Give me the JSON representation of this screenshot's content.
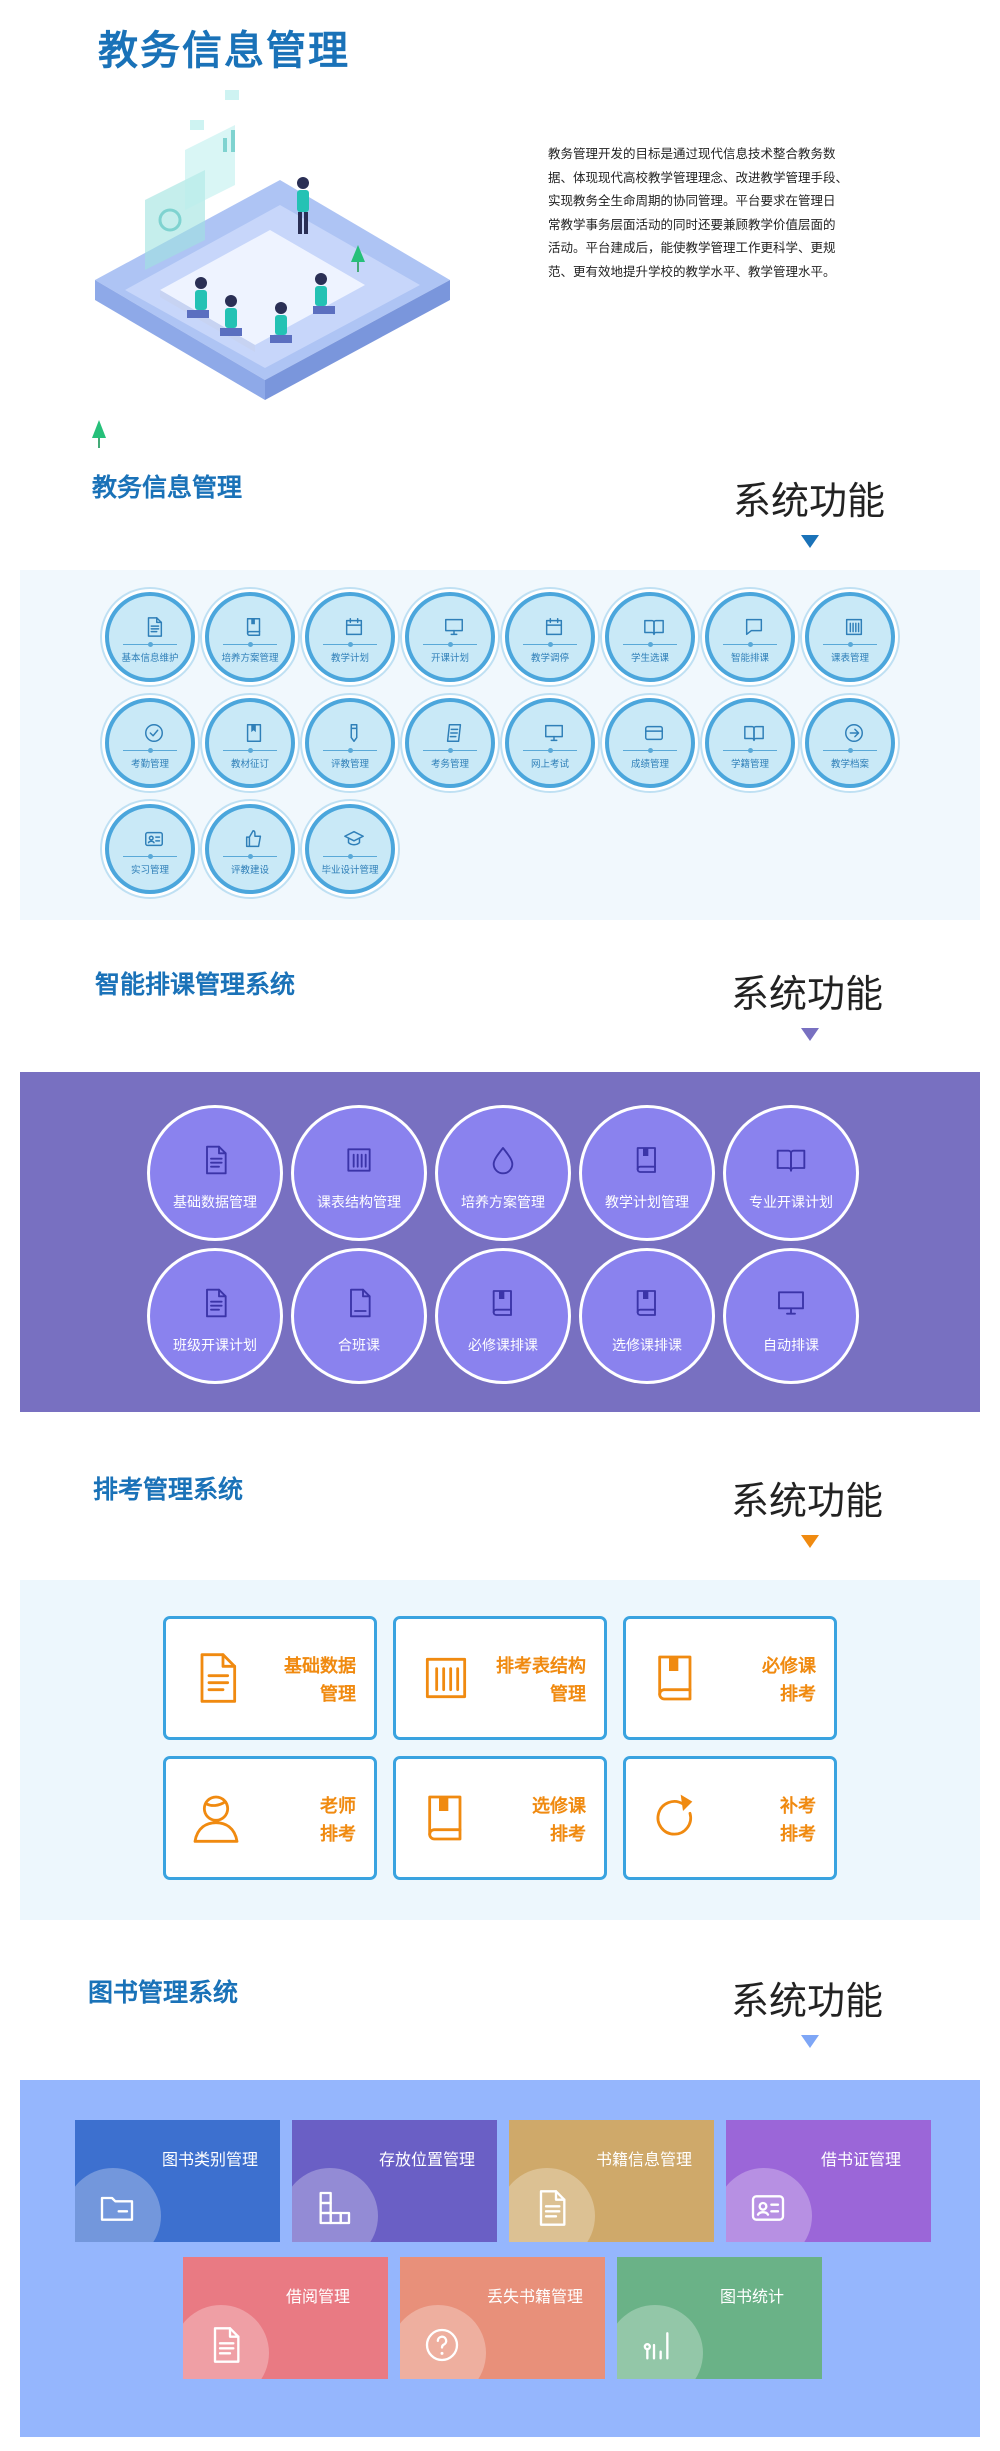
{
  "header": {
    "title": "教务信息管理",
    "intro_lines": [
      "教务管理开发的目标是通过现代信息技术整合教务数",
      "据、体现现代高校教学管理理念、改进教学管理手段、",
      "实现教务全生命周期的协同管理。平台要求在管理日",
      "常教学事务层面活动的同时还要兼顾教学价值层面的",
      "活动。平台建成后，能使教学管理工作更科学、更规",
      "范、更有效地提升学校的教学水平、教学管理水平。"
    ]
  },
  "colors": {
    "blue": "#1a72b8",
    "purple": "#7870c1",
    "orange": "#f08a10",
    "lightblue": "#95b6fd"
  },
  "sections": [
    {
      "title": "教务信息管理",
      "function_label": "系统功能",
      "items": [
        {
          "label": "基本信息维护",
          "icon": "doc-icon"
        },
        {
          "label": "培养方案管理",
          "icon": "book-icon"
        },
        {
          "label": "教学计划",
          "icon": "calendar-icon"
        },
        {
          "label": "开课计划",
          "icon": "monitor-icon"
        },
        {
          "label": "教学调停",
          "icon": "calendar-icon"
        },
        {
          "label": "学生选课",
          "icon": "open-book-icon"
        },
        {
          "label": "智能排课",
          "icon": "chat-icon"
        },
        {
          "label": "课表管理",
          "icon": "table-icon"
        },
        {
          "label": "考勤管理",
          "icon": "check-icon"
        },
        {
          "label": "教材征订",
          "icon": "bookmark-icon"
        },
        {
          "label": "评教管理",
          "icon": "pencil-icon"
        },
        {
          "label": "考务管理",
          "icon": "paper-icon"
        },
        {
          "label": "网上考试",
          "icon": "monitor-icon"
        },
        {
          "label": "成绩管理",
          "icon": "card-icon"
        },
        {
          "label": "学籍管理",
          "icon": "open-book-icon"
        },
        {
          "label": "教学档案",
          "icon": "arrow-icon"
        },
        {
          "label": "实习管理",
          "icon": "id-card-icon"
        },
        {
          "label": "评教建设",
          "icon": "thumb-icon"
        },
        {
          "label": "毕业设计管理",
          "icon": "cap-icon"
        }
      ]
    },
    {
      "title": "智能排课管理系统",
      "function_label": "系统功能",
      "items": [
        {
          "label": "基础数据管理",
          "icon": "doc-icon"
        },
        {
          "label": "课表结构管理",
          "icon": "table-icon"
        },
        {
          "label": "培养方案管理",
          "icon": "drop-icon"
        },
        {
          "label": "教学计划管理",
          "icon": "book-icon"
        },
        {
          "label": "专业开课计划",
          "icon": "open-book-icon"
        },
        {
          "label": "班级开课计划",
          "icon": "doc-icon"
        },
        {
          "label": "合班课",
          "icon": "file-icon"
        },
        {
          "label": "必修课排课",
          "icon": "book-icon"
        },
        {
          "label": "选修课排课",
          "icon": "book-icon"
        },
        {
          "label": "自动排课",
          "icon": "monitor-icon"
        }
      ]
    },
    {
      "title": "排考管理系统",
      "function_label": "系统功能",
      "items": [
        {
          "label_lines": [
            "基础数据",
            "管理"
          ],
          "icon": "doc-icon"
        },
        {
          "label_lines": [
            "排考表结构",
            "管理"
          ],
          "icon": "table-icon"
        },
        {
          "label_lines": [
            "必修课",
            "排考"
          ],
          "icon": "book-icon"
        },
        {
          "label_lines": [
            "老师",
            "排考"
          ],
          "icon": "person-icon"
        },
        {
          "label_lines": [
            "选修课",
            "排考"
          ],
          "icon": "book-icon"
        },
        {
          "label_lines": [
            "补考",
            "排考"
          ],
          "icon": "refresh-icon"
        }
      ]
    },
    {
      "title": "图书管理系统",
      "function_label": "系统功能",
      "items": [
        {
          "label": "图书类别管理",
          "icon": "folder-icon",
          "color": "#3d70cf"
        },
        {
          "label": "存放位置管理",
          "icon": "blocks-icon",
          "color": "#6a5fc5"
        },
        {
          "label": "书籍信息管理",
          "icon": "doc-icon",
          "color": "#cfa96a"
        },
        {
          "label": "借书证管理",
          "icon": "id-card-icon",
          "color": "#9b66d8"
        },
        {
          "label": "借阅管理",
          "icon": "doc-icon",
          "color": "#e97a83"
        },
        {
          "label": "丢失书籍管理",
          "icon": "question-icon",
          "color": "#e8907a"
        },
        {
          "label": "图书统计",
          "icon": "bars-icon",
          "color": "#6ab287"
        }
      ]
    }
  ]
}
